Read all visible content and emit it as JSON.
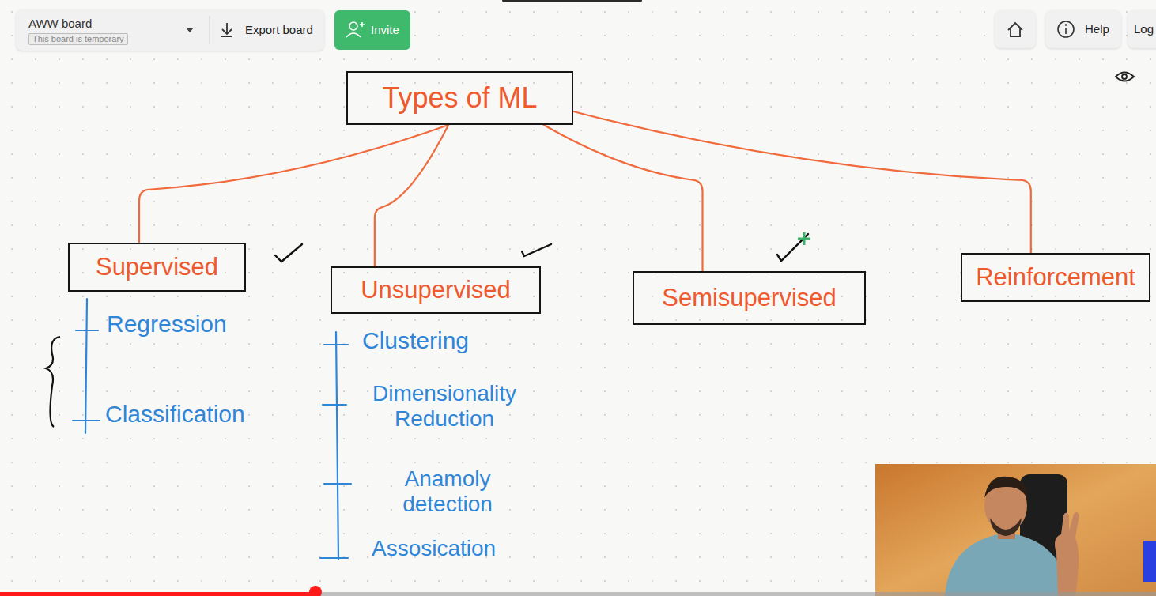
{
  "diagram": {
    "nodes": [
      {
        "text": [
          "Types of ML"
        ]
      },
      {
        "text": [
          "Supervised"
        ]
      },
      {
        "text": [
          "Unsupervised"
        ]
      },
      {
        "text": [
          "Semisupervised"
        ]
      },
      {
        "text": [
          "Reinforcement"
        ]
      }
    ],
    "edges": [
      {
        "from": 0,
        "to": 1,
        "arrow": "none"
      },
      {
        "from": 0,
        "to": 2,
        "arrow": "none"
      },
      {
        "from": 0,
        "to": 3,
        "arrow": "none"
      },
      {
        "from": 0,
        "to": 4,
        "arrow": "none"
      }
    ],
    "labels": [
      "AWW board",
      "This board is temporary",
      "Export board",
      "Invite",
      "Help",
      "Log",
      "Regression",
      "Classification",
      "Clustering",
      "Dimensionality Reduction",
      "Anamoly detection",
      "Assosication"
    ]
  }
}
